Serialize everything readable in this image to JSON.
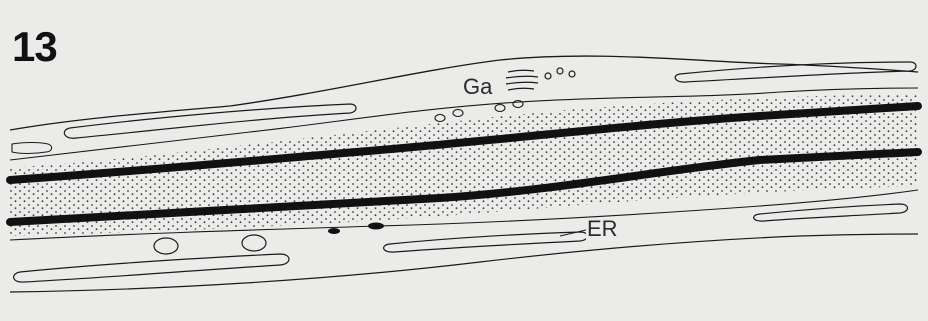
{
  "figure": {
    "number": "13",
    "labels": {
      "golgi": "Ga",
      "reticulum": "ER"
    }
  },
  "colors": {
    "background": "#ebebea",
    "ink": "#1a1a1a",
    "stipple": "#3a3a3a"
  }
}
